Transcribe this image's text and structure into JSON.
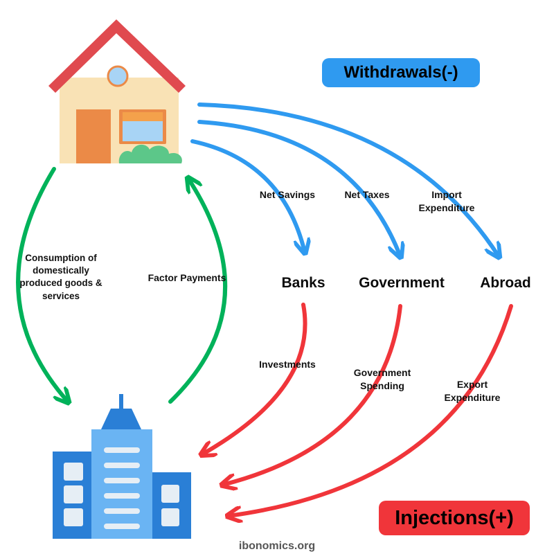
{
  "badges": {
    "withdrawals": "Withdrawals(-)",
    "injections": "Injections(+)"
  },
  "nodes": {
    "banks": "Banks",
    "government": "Government",
    "abroad": "Abroad"
  },
  "flows": {
    "consumption": "Consumption of domestically produced goods & services",
    "factor_payments": "Factor Payments",
    "net_savings": "Net Savings",
    "net_taxes": "Net Taxes",
    "import_expenditure_1": "Import",
    "import_expenditure_2": "Expenditure",
    "investments": "Investments",
    "government_spending_1": "Government",
    "government_spending_2": "Spending",
    "export_expenditure_1": "Export",
    "export_expenditure_2": "Expenditure"
  },
  "footer": "ibonomics.org",
  "colors": {
    "withdrawal_blue": "#2f9af0",
    "injection_red": "#f0353a",
    "circular_green": "#00b25a",
    "roof": "#e04a4f",
    "house_wall": "#f9e2b5",
    "door": "#eb8a47",
    "building_light": "#6ab4f3",
    "building_dark": "#2a7fd6"
  },
  "icons": {
    "households": "house-icon",
    "firms": "office-building-icon"
  }
}
